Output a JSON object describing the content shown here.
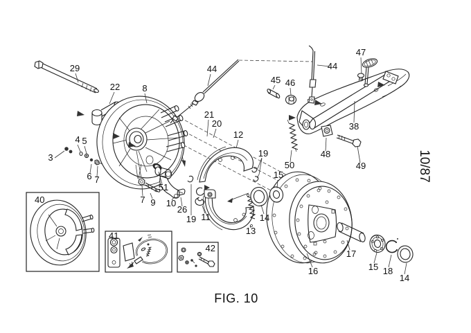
{
  "figure": {
    "caption": "FIG. 10",
    "edition": "10/87"
  },
  "callouts": {
    "c3": "3",
    "c4": "4",
    "c5": "5",
    "c6": "6",
    "c7a": "7",
    "c7b": "7",
    "c8": "8",
    "c9": "9",
    "c10": "10",
    "c11": "11",
    "c12": "12",
    "c13": "13",
    "c14a": "14",
    "c14b": "14",
    "c15a": "15",
    "c15b": "15",
    "c16": "16",
    "c17": "17",
    "c18": "18",
    "c19a": "19",
    "c19b": "19",
    "c20": "20",
    "c21": "21",
    "c22": "22",
    "c26": "26",
    "c29": "29",
    "c38": "38",
    "c40": "40",
    "c41": "41",
    "c42": "42",
    "c44a": "44",
    "c44b": "44",
    "c45": "45",
    "c46": "46",
    "c47": "47",
    "c48": "48",
    "c49": "49",
    "c50": "50",
    "c51": "51"
  }
}
